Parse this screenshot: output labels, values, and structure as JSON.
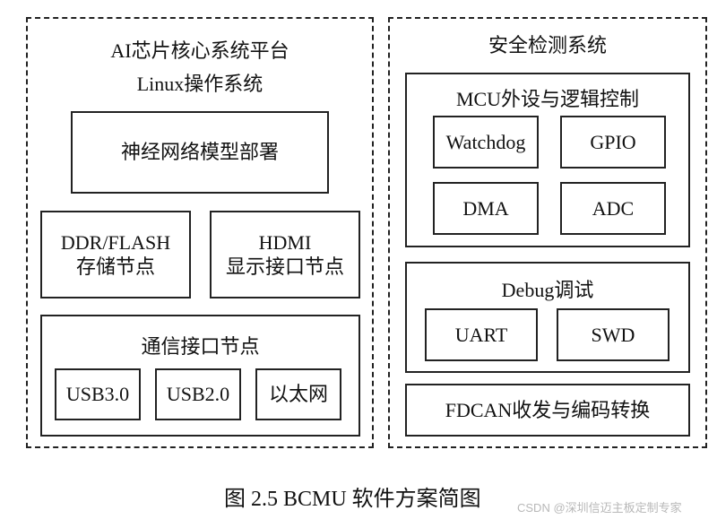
{
  "left_panel": {
    "title": "AI芯片核心系统平台",
    "subtitle": "Linux操作系统",
    "nn_box": "神经网络模型部署",
    "storage_node": {
      "line1": "DDR/FLASH",
      "line2": "存储节点"
    },
    "display_node": {
      "line1": "HDMI",
      "line2": "显示接口节点"
    },
    "comm_node": {
      "title": "通信接口节点",
      "items": [
        "USB3.0",
        "USB2.0",
        "以太网"
      ]
    }
  },
  "right_panel": {
    "title": "安全检测系统",
    "mcu_group": {
      "title": "MCU外设与逻辑控制",
      "items": [
        "Watchdog",
        "GPIO",
        "DMA",
        "ADC"
      ]
    },
    "debug_group": {
      "title": "Debug调试",
      "items": [
        "UART",
        "SWD"
      ]
    },
    "fdcan_box": "FDCAN收发与编码转换"
  },
  "caption": "图 2.5 BCMU 软件方案简图",
  "watermark": "CSDN @深圳信迈主板定制专家"
}
